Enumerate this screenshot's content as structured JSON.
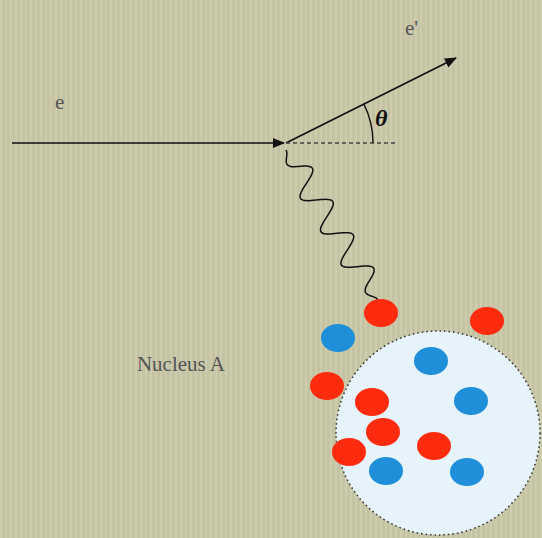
{
  "diagram": {
    "nodes": [
      {
        "text": [
          "Nucleus A"
        ]
      }
    ],
    "labels": [
      "e",
      "e'",
      "θ"
    ]
  }
}
